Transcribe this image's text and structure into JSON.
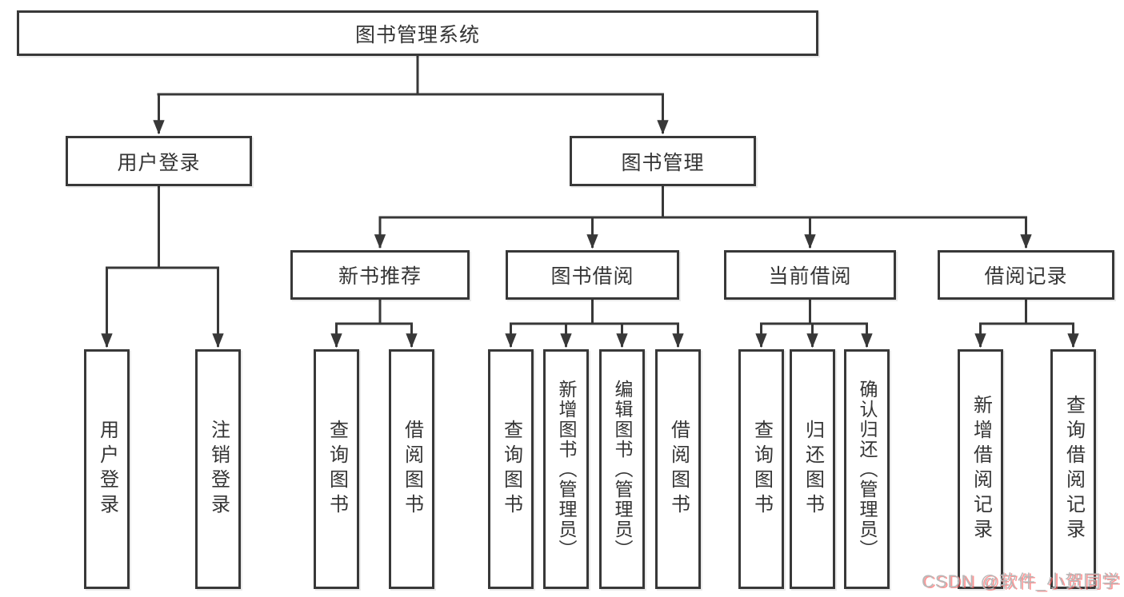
{
  "diagram": {
    "root": {
      "label": "图书管理系统"
    },
    "level2": [
      {
        "label": "用户登录"
      },
      {
        "label": "图书管理"
      }
    ],
    "level3": [
      {
        "label": "新书推荐"
      },
      {
        "label": "图书借阅"
      },
      {
        "label": "当前借阅"
      },
      {
        "label": "借阅记录"
      }
    ],
    "leaves": {
      "user_login": [
        {
          "label": "用户登录"
        },
        {
          "label": "注销登录"
        }
      ],
      "new_book": [
        {
          "label": "查询图书"
        },
        {
          "label": "借阅图书"
        }
      ],
      "book_borrow": [
        {
          "label": "查询图书"
        },
        {
          "label": "新增图书（管理员）"
        },
        {
          "label": "编辑图书（管理员）"
        },
        {
          "label": "借阅图书"
        }
      ],
      "current_borrow": [
        {
          "label": "查询图书"
        },
        {
          "label": "归还图书"
        },
        {
          "label": "确认归还（管理员）"
        }
      ],
      "borrow_record": [
        {
          "label": "新增借阅记录"
        },
        {
          "label": "查询借阅记录"
        }
      ]
    }
  },
  "watermark": {
    "text": "CSDN @软件_小贺同学"
  },
  "colors": {
    "line": "#383838",
    "box_border": "#383838",
    "text": "#353535",
    "background": "#ffffff",
    "watermark_text": "#b8b8b8",
    "watermark_shadow": "#fc5c5c"
  }
}
